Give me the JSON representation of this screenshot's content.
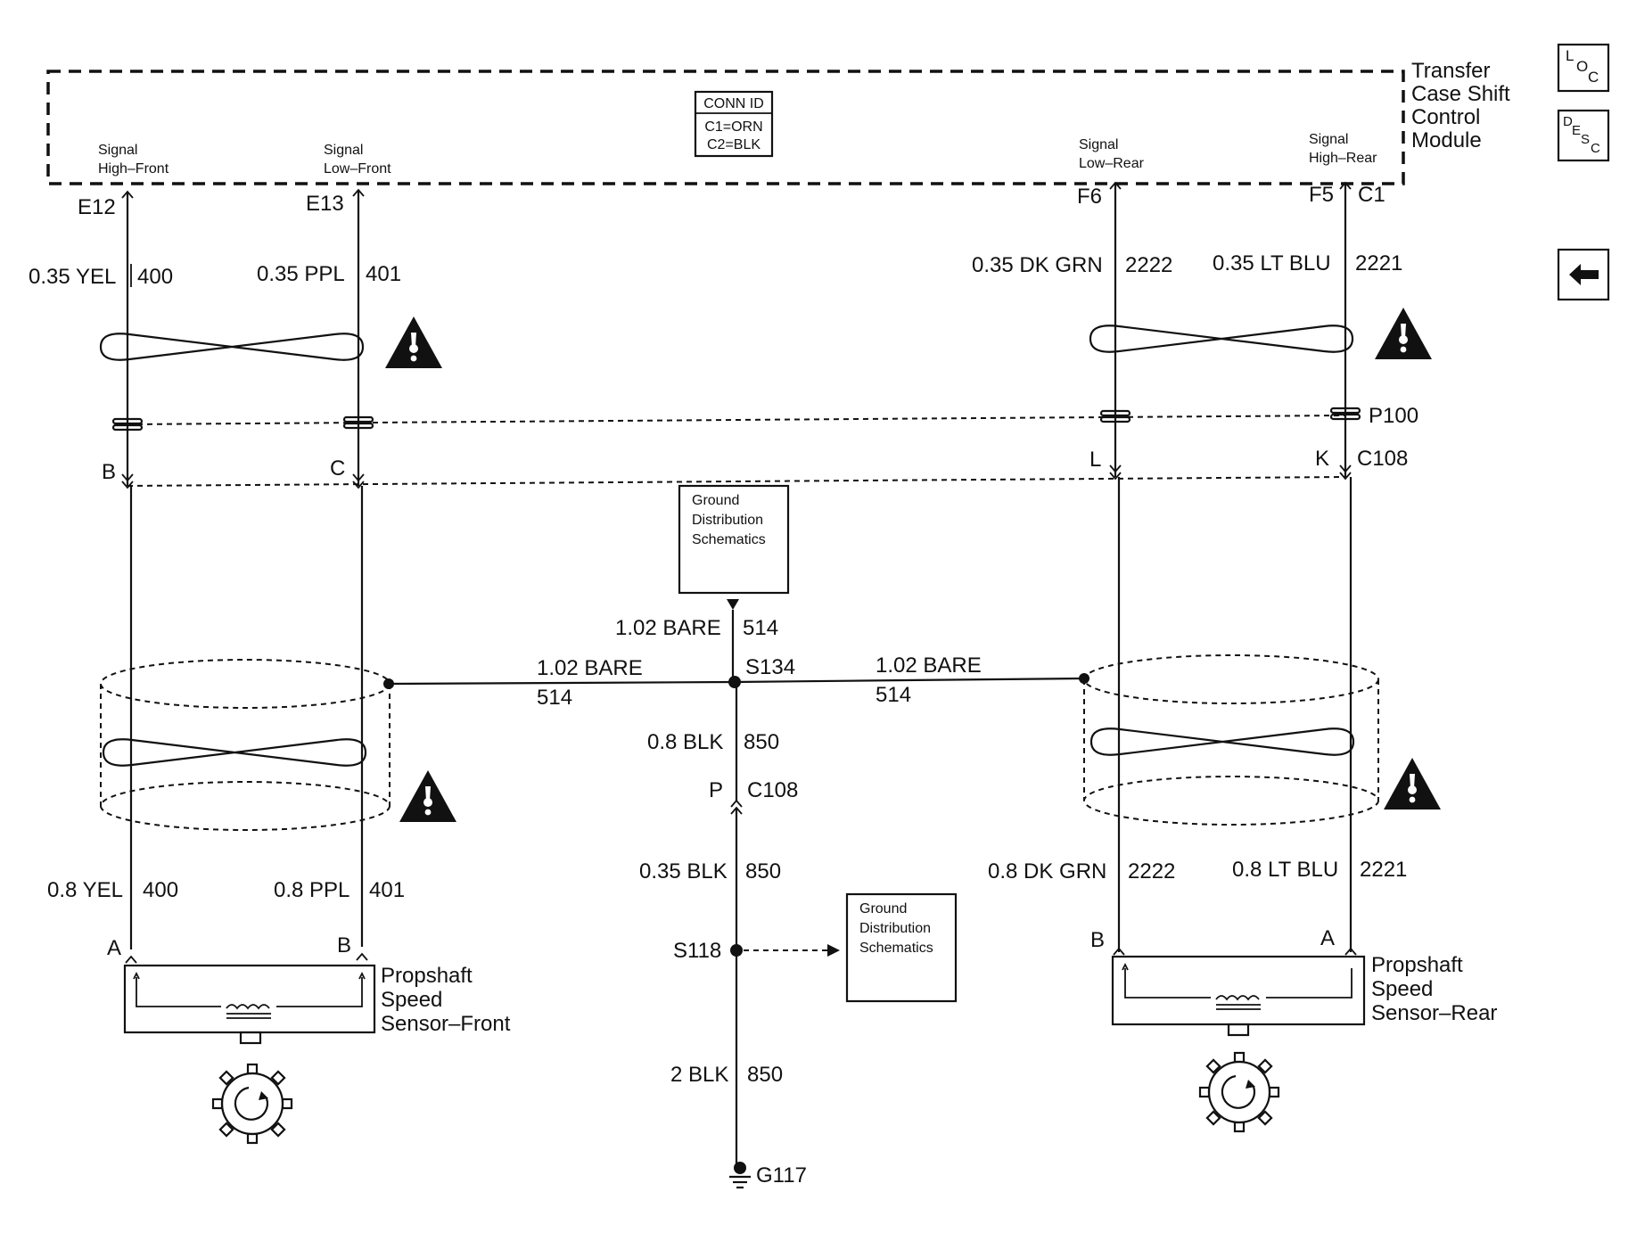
{
  "module": {
    "name_lines": [
      "Transfer",
      "Case Shift",
      "Control",
      "Module"
    ],
    "conn_id": {
      "title": "CONN ID",
      "line1": "C1=ORN",
      "line2": "C2=BLK"
    },
    "pins": {
      "e12": {
        "signal_l1": "Signal",
        "signal_l2": "High–Front",
        "pin": "E12"
      },
      "e13": {
        "signal_l1": "Signal",
        "signal_l2": "Low–Front",
        "pin": "E13"
      },
      "f6": {
        "signal_l1": "Signal",
        "signal_l2": "Low–Rear",
        "pin": "F6"
      },
      "f5": {
        "signal_l1": "Signal",
        "signal_l2": "High–Rear",
        "pin": "F5",
        "connector": "C1"
      }
    }
  },
  "wires_top": {
    "w400": {
      "gauge_color": "0.35 YEL",
      "circuit": "400"
    },
    "w401": {
      "gauge_color": "0.35 PPL",
      "circuit": "401"
    },
    "w2222": {
      "gauge_color": "0.35 DK GRN",
      "circuit": "2222"
    },
    "w2221": {
      "gauge_color": "0.35 LT BLU",
      "circuit": "2221"
    }
  },
  "inline_connectors": {
    "p100": "P100",
    "c108": "C108",
    "pins": {
      "b": "B",
      "c": "C",
      "l": "L",
      "k": "K"
    }
  },
  "ground_ref_top": {
    "l1": "Ground",
    "l2": "Distribution",
    "l3": "Schematics"
  },
  "ground_ref_side": {
    "l1": "Ground",
    "l2": "Distribution",
    "l3": "Schematics"
  },
  "drain": {
    "vertical": {
      "gauge_color": "1.02 BARE",
      "circuit": "514"
    },
    "left": {
      "gauge_color": "1.02 BARE",
      "circuit": "514"
    },
    "right": {
      "gauge_color": "1.02 BARE",
      "circuit": "514"
    },
    "splice": "S134"
  },
  "ground_path": {
    "w1": {
      "gauge_color": "0.8 BLK",
      "circuit": "850"
    },
    "conn_pin": "P",
    "conn": "C108",
    "w2": {
      "gauge_color": "0.35 BLK",
      "circuit": "850"
    },
    "splice": "S118",
    "w3": {
      "gauge_color": "2 BLK",
      "circuit": "850"
    },
    "ground": "G117"
  },
  "wires_bottom": {
    "w400": {
      "gauge_color": "0.8 YEL",
      "circuit": "400"
    },
    "w401": {
      "gauge_color": "0.8 PPL",
      "circuit": "401"
    },
    "w2222": {
      "gauge_color": "0.8 DK GRN",
      "circuit": "2222"
    },
    "w2221": {
      "gauge_color": "0.8 LT BLU",
      "circuit": "2221"
    }
  },
  "sensor_front": {
    "pin_a": "A",
    "pin_b": "B",
    "l1": "Propshaft",
    "l2": "Speed",
    "l3": "Sensor–Front"
  },
  "sensor_rear": {
    "pin_b": "B",
    "pin_a": "A",
    "l1": "Propshaft",
    "l2": "Speed",
    "l3": "Sensor–Rear"
  },
  "side_buttons": {
    "loc": {
      "l": "L",
      "o": "O",
      "c": "C"
    },
    "desc": {
      "d": "D",
      "e": "E",
      "s": "S",
      "c": "C"
    },
    "back_icon": "arrow-left-icon"
  }
}
